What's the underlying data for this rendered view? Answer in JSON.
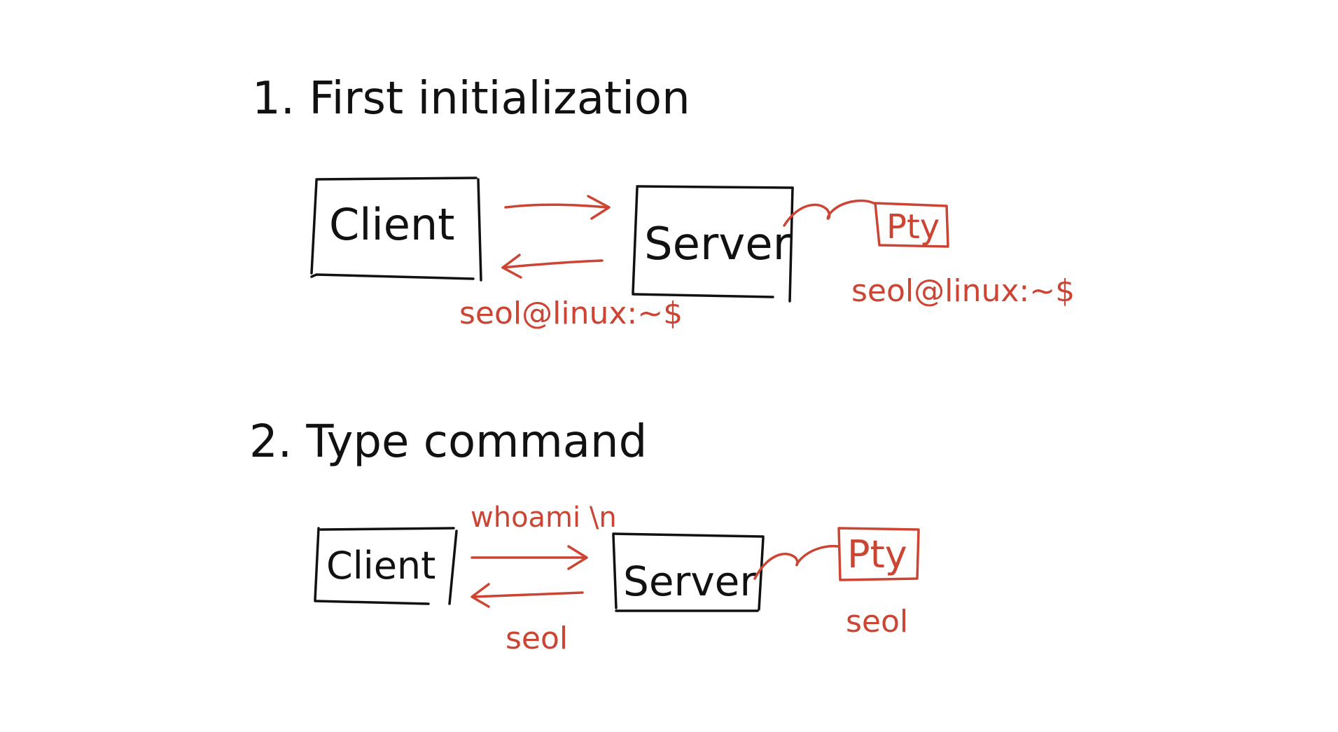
{
  "colors": {
    "ink": "#111111",
    "accent": "#cc4433",
    "background": "#ffffff"
  },
  "section1": {
    "heading": "1. First initialization",
    "client_label": "Client",
    "server_label": "Server",
    "pty_label": "Pty",
    "client_response": "seol@linux:~$",
    "pty_output": "seol@linux:~$"
  },
  "section2": {
    "heading": "2. Type command",
    "client_label": "Client",
    "server_label": "Server",
    "pty_label": "Pty",
    "command_sent": "whoami \\n",
    "client_response": "seol",
    "pty_output": "seol"
  }
}
